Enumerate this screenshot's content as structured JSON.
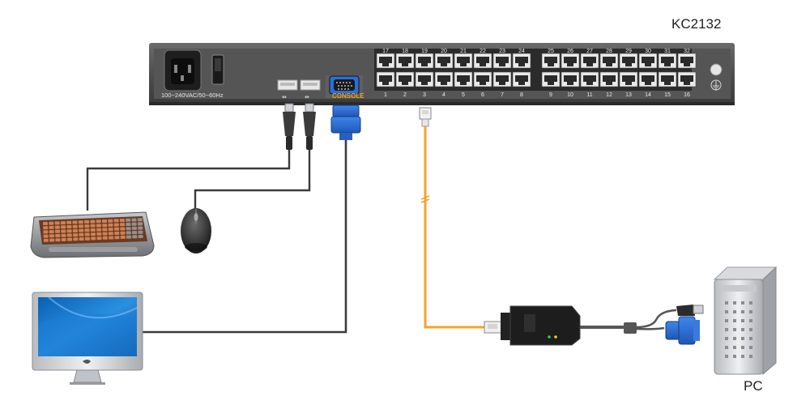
{
  "model": "KC2132",
  "power_label": "100~240VAC/50~60Hz",
  "console_label": "CONSOLE",
  "pc_label": "PC",
  "ports_top": [
    "17",
    "18",
    "19",
    "20",
    "21",
    "22",
    "23",
    "24",
    "25",
    "26",
    "27",
    "28",
    "29",
    "30",
    "31",
    "32"
  ],
  "ports_bottom": [
    "1",
    "2",
    "3",
    "4",
    "5",
    "6",
    "7",
    "8",
    "9",
    "10",
    "11",
    "12",
    "13",
    "14",
    "15",
    "16"
  ],
  "icons": {
    "power_inlet": "power-inlet-icon",
    "power_switch": "power-switch-icon",
    "usb": "usb-icon",
    "vga": "vga-port-icon",
    "ground": "ground-icon",
    "keyboard": "keyboard-icon",
    "mouse": "mouse-icon",
    "monitor": "monitor-icon",
    "pc": "pc-tower-icon",
    "adapter": "kvm-adapter-icon"
  },
  "colors": {
    "chassis": "#5a5a5a",
    "console_accent": "#e8a21a",
    "cat_cable": "#f7a22a",
    "vga_blue": "#2f6fd6",
    "cable": "#3a3a3a"
  }
}
